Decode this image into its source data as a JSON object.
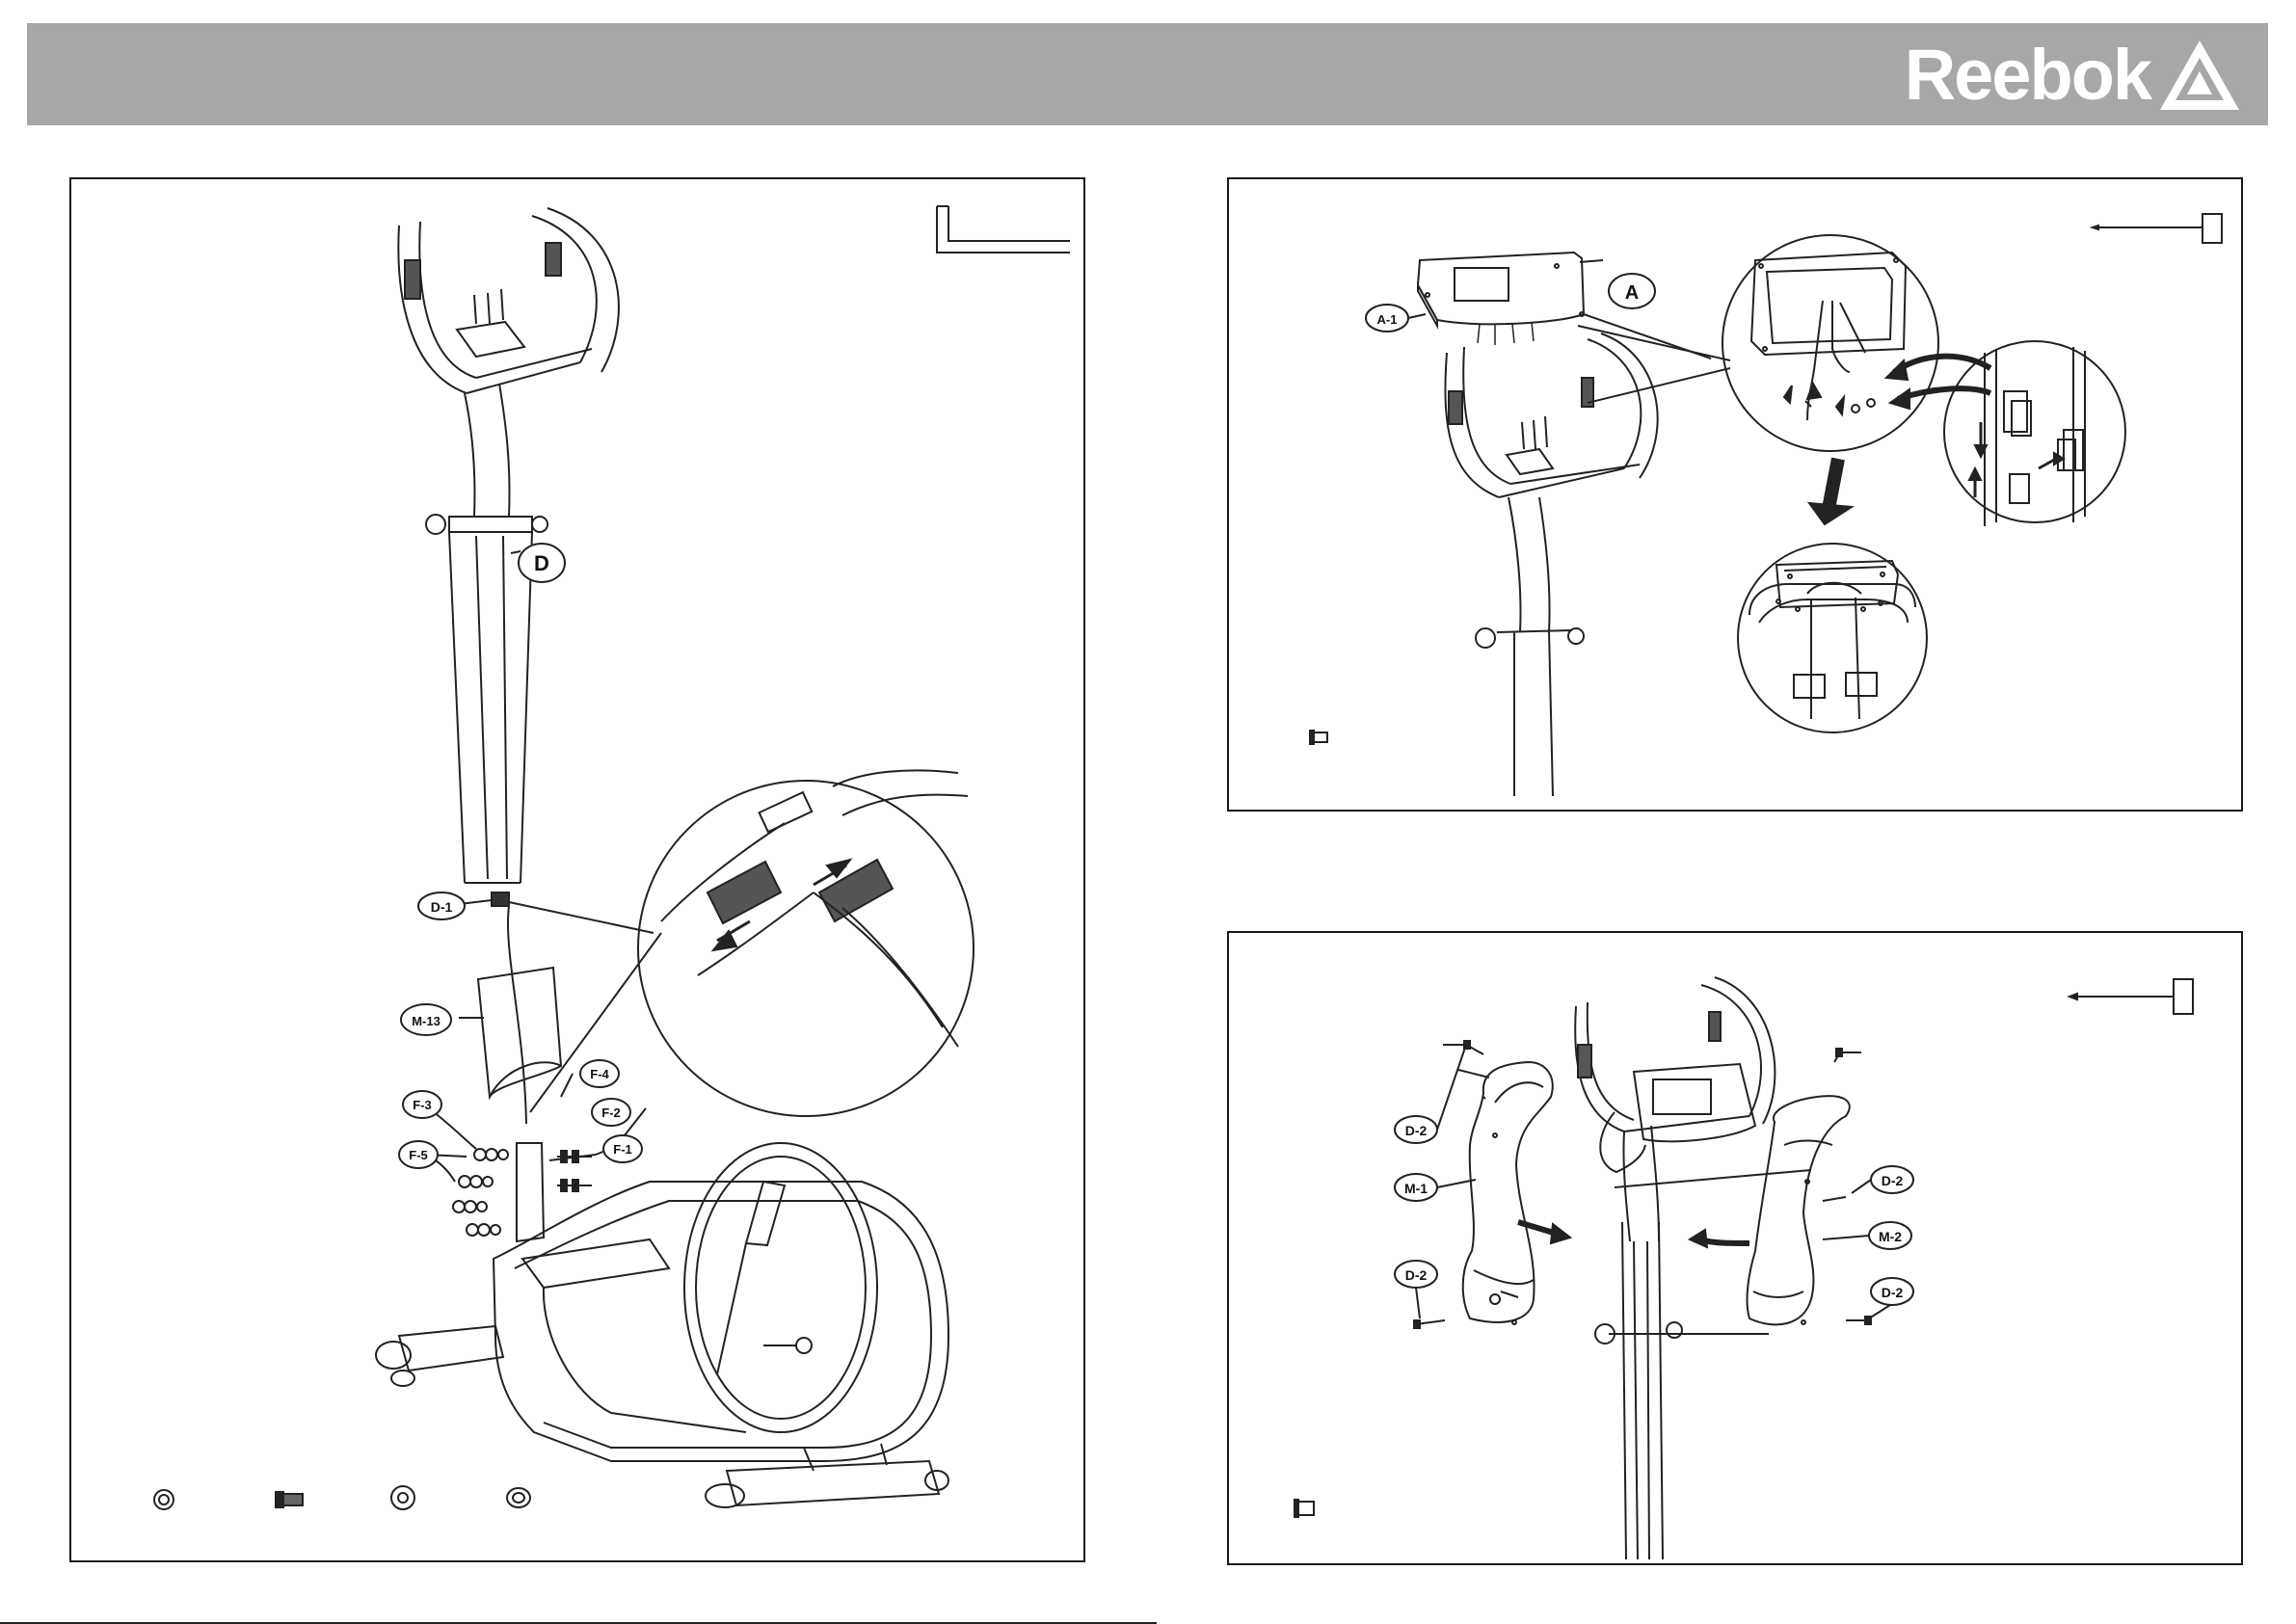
{
  "header": {
    "brand": "Reebok",
    "brand_color": "#ffffff",
    "bar_color": "#a7a7a7"
  },
  "step_left": {
    "labels": {
      "d": "D",
      "d1": "D-1",
      "m13": "M-13",
      "f1": "F-1",
      "f2": "F-2",
      "f3": "F-3",
      "f4": "F-4",
      "f5": "F-5"
    },
    "tool_icon": "allen-key-icon",
    "hardware_icons": [
      "washer-icon",
      "bolt-icon",
      "flat-washer-icon",
      "curved-washer-icon"
    ]
  },
  "step_top_right": {
    "labels": {
      "a": "A",
      "a1": "A-1"
    },
    "tool_icon": "screwdriver-icon",
    "hardware_icon": "screw-icon"
  },
  "step_bottom_right": {
    "labels": {
      "d2_a": "D-2",
      "m1": "M-1",
      "d2_b": "D-2",
      "d2_c": "D-2",
      "m2": "M-2",
      "d2_d": "D-2"
    },
    "tool_icon": "screwdriver-icon",
    "hardware_icon": "screw-icon"
  }
}
